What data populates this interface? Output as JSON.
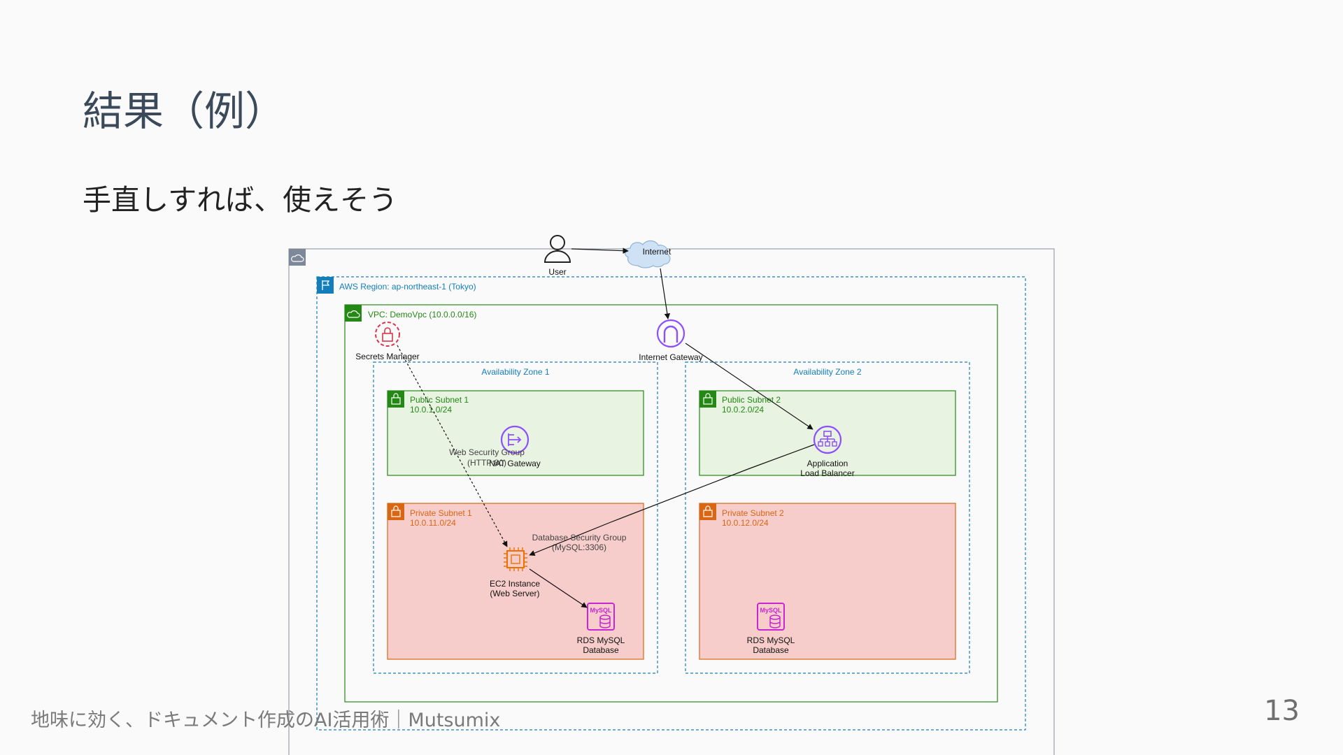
{
  "slide": {
    "title": "結果（例）",
    "subtitle": "手直しすれば、使えそう",
    "footer": "地味に効く、ドキュメント作成のAI活用術｜Mutsumix",
    "page_number": "13"
  },
  "diagram": {
    "region_label": "AWS Region: ap-northeast-1 (Tokyo)",
    "vpc_label": "VPC: DemoVpc (10.0.0.0/16)",
    "user_label": "User",
    "internet_label": "Internet",
    "secrets_manager_label": "Secrets Manager",
    "internet_gateway_label": "Internet Gateway",
    "az1_label": "Availability Zone 1",
    "az2_label": "Availability Zone 2",
    "public_subnet_1": {
      "name": "Public Subnet 1",
      "cidr": "10.0.1.0/24"
    },
    "public_subnet_2": {
      "name": "Public Subnet 2",
      "cidr": "10.0.2.0/24"
    },
    "private_subnet_1": {
      "name": "Private Subnet 1",
      "cidr": "10.0.11.0/24"
    },
    "private_subnet_2": {
      "name": "Private Subnet 2",
      "cidr": "10.0.12.0/24"
    },
    "nat_gateway_label": "NAT Gateway",
    "web_sg_label_1": "Web Security Group",
    "web_sg_label_2": "(HTTP:80)",
    "alb_label_1": "Application",
    "alb_label_2": "Load Balancer",
    "db_sg_label_1": "Database Security Group",
    "db_sg_label_2": "(MySQL:3306)",
    "ec2_label_1": "EC2 Instance",
    "ec2_label_2": "(Web Server)",
    "rds1_label_1": "RDS MySQL",
    "rds1_label_2": "Database",
    "rds2_label_1": "RDS MySQL",
    "rds2_label_2": "Database",
    "mysql_badge": "MySQL",
    "colors": {
      "region": "#147EBA",
      "vpc": "#248814",
      "public_fill": "#e8f3e1",
      "private_fill": "#f7cdcb",
      "private_stroke": "#d86613",
      "network_icon": "#8c4fff",
      "secrets_icon": "#dd344c",
      "ec2_icon": "#ed7100",
      "rds_icon": "#c925d1"
    }
  }
}
